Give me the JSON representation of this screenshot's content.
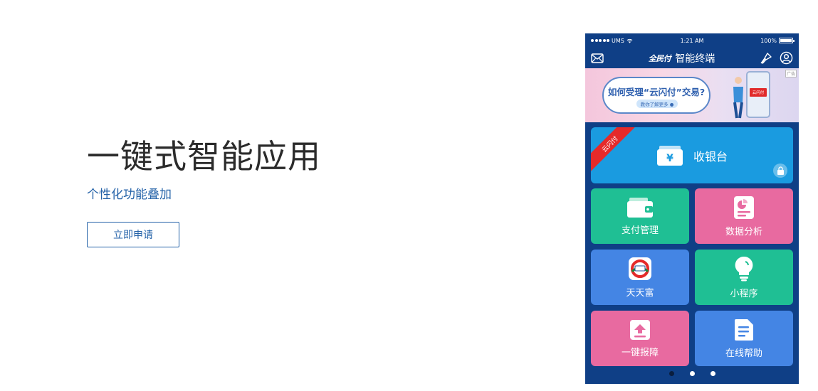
{
  "hero": {
    "title": "一键式智能应用",
    "subtitle": "个性化功能叠加",
    "cta_label": "立即申请"
  },
  "phone": {
    "status_bar": {
      "carrier": "UMS",
      "time": "1:21 AM",
      "battery": "100%"
    },
    "app_bar": {
      "logo_text": "全民付",
      "title": "智能终端",
      "icons": [
        "mail-icon",
        "brush-icon",
        "user-circle-icon"
      ]
    },
    "banner": {
      "headline": "如何受理“云闪付”交易?",
      "button_text": "教你了解更多 ●",
      "device_tag": "云闪付",
      "ad_tag": "广告"
    },
    "tiles": {
      "cashier": {
        "label": "收银台",
        "ribbon": "云闪付",
        "icon": "wallet-yuan-icon"
      },
      "payment": {
        "label": "支付管理",
        "icon": "wallet-icon"
      },
      "analytics": {
        "label": "数据分析",
        "icon": "report-chart-icon"
      },
      "tiantianfu": {
        "label": "天天富",
        "icon": "tiantianfu-logo-icon"
      },
      "miniprogram": {
        "label": "小程序",
        "icon": "lightbulb-icon"
      },
      "report": {
        "label": "一键报障",
        "icon": "upload-box-icon"
      },
      "help": {
        "label": "在线帮助",
        "icon": "document-icon"
      }
    },
    "pager": {
      "count": 3,
      "active_index": 0
    },
    "colors": {
      "phone_bg": "#0f3f86",
      "cashier": "#1a9be0",
      "green": "#1fbf94",
      "pink": "#e86aa0",
      "blue": "#4485e4",
      "ribbon": "#e52a2a"
    }
  }
}
